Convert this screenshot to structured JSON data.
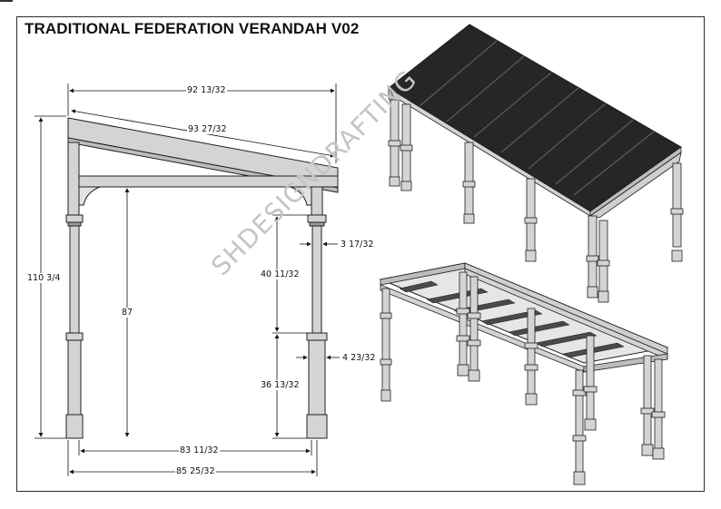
{
  "title": "TRADITIONAL FEDERATION VERANDAH V02",
  "watermark": "SHDESIGNDRAFTING",
  "dimensions": {
    "top_width": "92 13/32",
    "rafter_length": "93 27/32",
    "total_height": "110 3/4",
    "clear_height": "87",
    "upper_post_section": "40 11/32",
    "post_width": "3 17/32",
    "lower_post_section": "36 13/32",
    "pedestal_width": "4 23/32",
    "inner_span": "83 11/32",
    "outer_span": "85 25/32"
  },
  "colors": {
    "line": "#1f1f1f",
    "timber": "#d4d4d4",
    "timber_dark": "#9a9a9a",
    "roof_sheet": "#262626",
    "roof_rib": "#5c5c5c"
  }
}
